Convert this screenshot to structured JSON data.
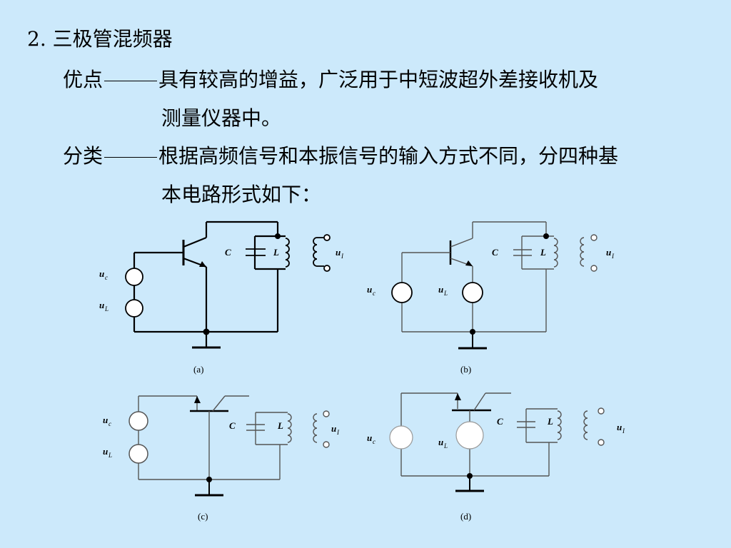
{
  "title": "2. 三极管混频器",
  "advantage": {
    "label": "优点",
    "line1": "具有较高的增益，广泛用于中短波超外差接收机及",
    "line2": "测量仪器中。"
  },
  "category": {
    "label": "分类",
    "line1": "根据高频信号和本振信号的输入方式不同，分四种基",
    "line2": "本电路形式如下："
  },
  "symbols": {
    "C": "C",
    "L": "L",
    "u": "u",
    "c_sub": "c",
    "L_sub": "L",
    "I_sub": "I"
  },
  "captions": {
    "a": "(a)",
    "b": "(b)",
    "c": "(c)",
    "d": "(d)"
  }
}
